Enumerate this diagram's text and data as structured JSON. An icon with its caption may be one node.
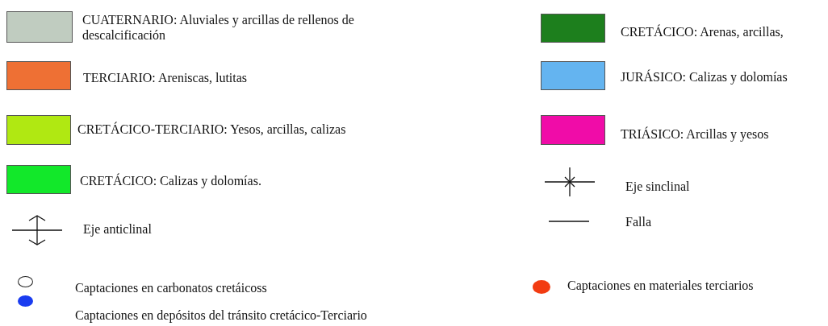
{
  "diagram": {
    "legend": [
      {
        "text": "CUATERNARIO: Aluviales y arcillas de rellenos de descalcificación",
        "color": "#c0ccc0"
      },
      {
        "text": "TERCIARIO: Areniscas, lutitas",
        "color": "#ee7034"
      },
      {
        "text": "CRETÁCICO-TERCIARIO: Yesos, arcillas, calizas",
        "color": "#b0e812"
      },
      {
        "text": "CRETÁCICO: Calizas y dolomías.",
        "color": "#12e82a"
      },
      {
        "text": "Eje anticlinal"
      },
      {
        "text": "Captaciones en carbonatos cretáicoss",
        "color": "#ffffff"
      },
      {
        "text": "Captaciones en depósitos del tránsito cretácico-Terciario",
        "color": "#1a3cf0"
      },
      {
        "text": "CRETÁCICO: Arenas, arcillas,",
        "color": "#1d7f1d"
      },
      {
        "text": "JURÁSICO: Calizas y dolomías",
        "color": "#64b4f0"
      },
      {
        "text": "TRIÁSICO: Arcillas y yesos",
        "color": "#f00ca8"
      },
      {
        "text": "Eje sinclinal"
      },
      {
        "text": "Falla"
      },
      {
        "text": "Captaciones en materiales terciarios",
        "color": "#f23c12"
      }
    ]
  }
}
